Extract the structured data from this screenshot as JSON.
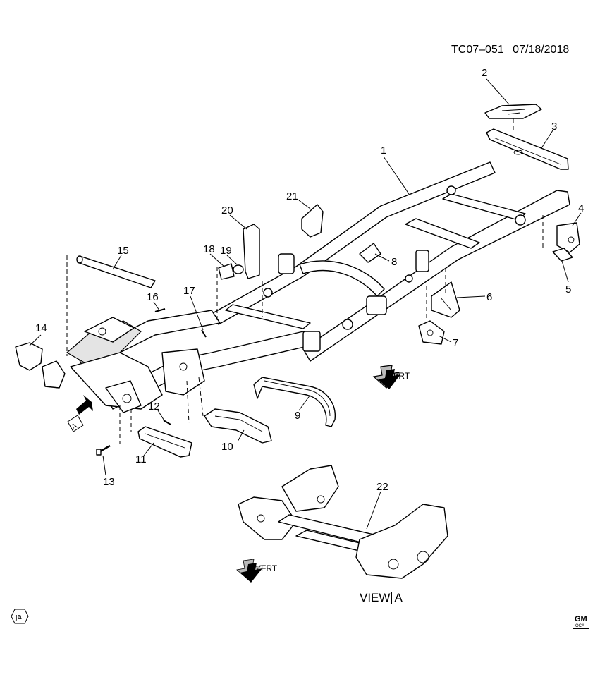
{
  "header": {
    "diagram_code": "TC07–051",
    "date": "07/18/2018"
  },
  "callouts": [
    "1",
    "2",
    "3",
    "4",
    "5",
    "6",
    "7",
    "8",
    "9",
    "10",
    "11",
    "12",
    "13",
    "14",
    "15",
    "16",
    "17",
    "18",
    "19",
    "20",
    "21",
    "22"
  ],
  "arrows": {
    "frt_label": "FRT",
    "view_marker": "A"
  },
  "view": {
    "label": "VIEW",
    "letter": "A"
  },
  "badges": {
    "language": "ja",
    "brand_line1": "GM",
    "brand_line2": "OCA"
  }
}
